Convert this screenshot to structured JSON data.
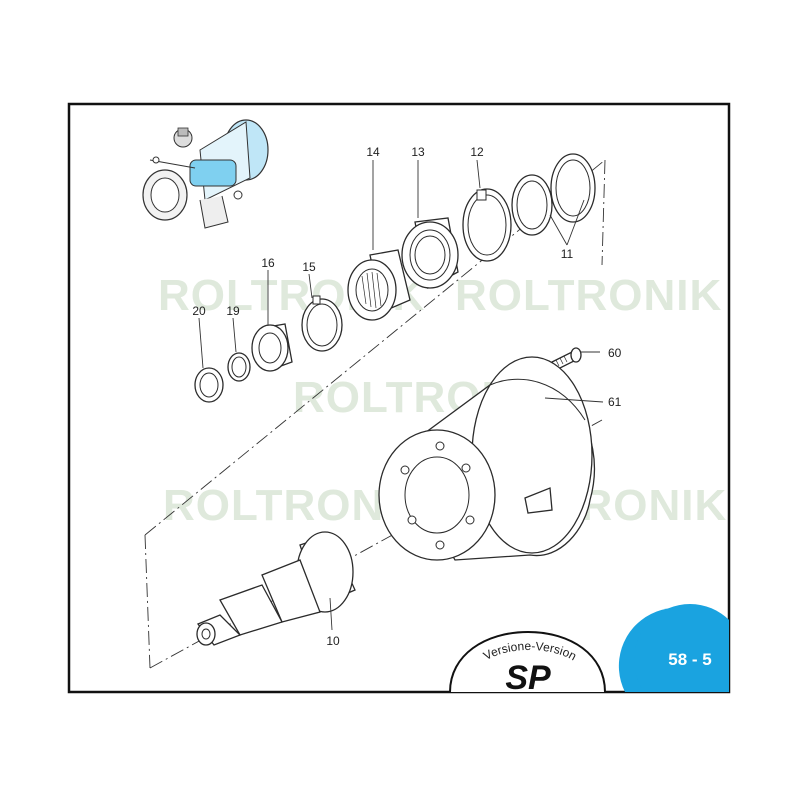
{
  "watermark": "ROLTRONIK",
  "page_badge": "58 - 5",
  "version": {
    "label": "Versione-Version",
    "code": "SP"
  },
  "callouts": {
    "p10": "10",
    "p11": "11",
    "p12": "12",
    "p13": "13",
    "p14": "14",
    "p15": "15",
    "p16": "16",
    "p19": "19",
    "p20": "20",
    "p60": "60",
    "p61": "61"
  },
  "colors": {
    "badge": "#1aa3e0",
    "frame": "#111111",
    "watermark": "#dfe9dc",
    "highlight": "#7fd0f0"
  }
}
